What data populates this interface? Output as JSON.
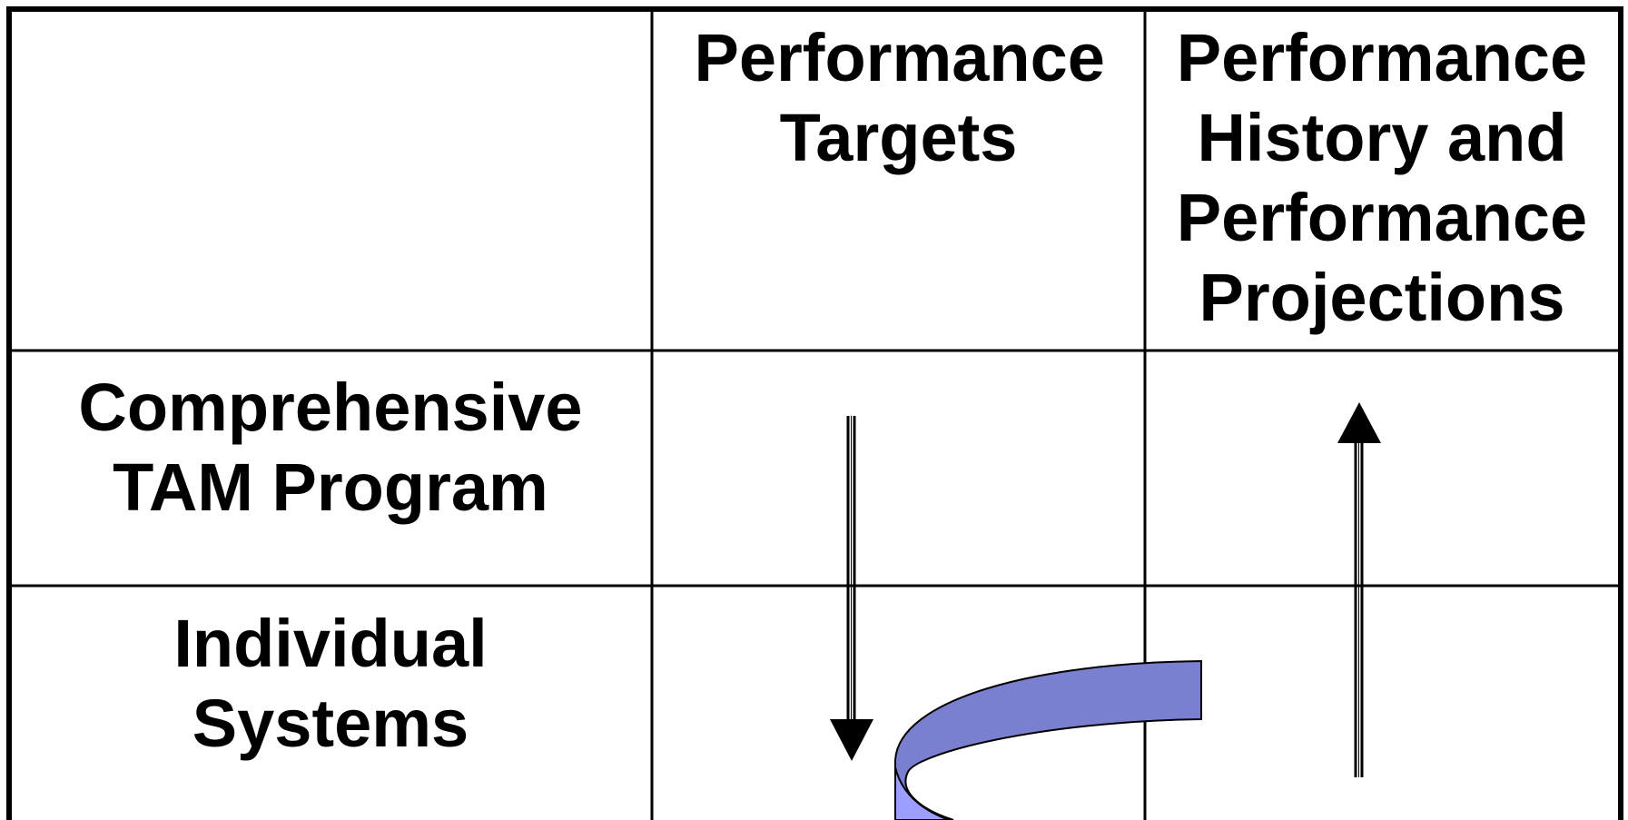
{
  "headers": {
    "corner": "",
    "targets": "Performance Targets",
    "history": "Performance History and Performance Projections"
  },
  "rows": {
    "comprehensive": "Comprehensive TAM Program",
    "individual": "Individual Systems"
  },
  "colors": {
    "grid_line": "#000000",
    "arrow": "#000000",
    "curved_band_fill": "#7b7fcf",
    "curved_band_light": "#9c9fff",
    "background": "#ffffff"
  },
  "icons": {
    "down_arrow": "double-line-arrow-down-icon",
    "up_arrow": "double-line-arrow-up-icon",
    "curved_band": "curved-feedback-arrow-icon"
  }
}
